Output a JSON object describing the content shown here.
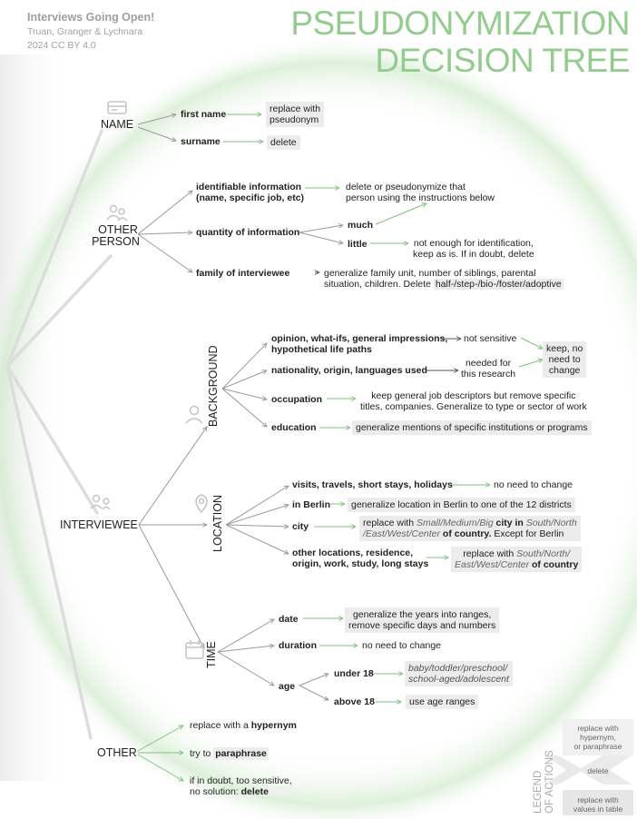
{
  "header": {
    "project": "Interviews Going Open!",
    "authors": "Truan, Granger & Lychnara",
    "license": "2024 CC BY 4.0",
    "title_line1": "PSEUDONYMIZATION",
    "title_line2": "DECISION TREE",
    "accent_color": "#93cc8e"
  },
  "categories": {
    "name": "NAME",
    "other_person_1": "OTHER",
    "other_person_2": "PERSON",
    "interviewee": "INTERVIEWEE",
    "other": "OTHER"
  },
  "subcategories": {
    "background": "BACKGROUND",
    "location": "LOCATION",
    "time": "TIME"
  },
  "name_branch": {
    "first_name": "first name",
    "first_name_action_1": "replace with",
    "first_name_action_2": "pseudonym",
    "surname": "surname",
    "surname_action": "delete"
  },
  "other_person_branch": {
    "identifiable_1": "identifiable information",
    "identifiable_2": "(name, specific job, etc)",
    "identifiable_action_1": "delete or pseudonymize that",
    "identifiable_action_2": "person using the instructions below",
    "quantity": "quantity of information",
    "much": "much",
    "little": "little",
    "little_action_1": "not enough for identification,",
    "little_action_2": "keep as is. If in doubt, delete",
    "family": "family of interviewee",
    "family_action_1": "generalize family unit, number of siblings, parental",
    "family_action_2a": "situation, children. Delete ",
    "family_action_2b": "half-/step-/bio-/foster/adoptive"
  },
  "background_branch": {
    "opinion_1": "opinion, what-ifs, general impressions,",
    "opinion_2": "hypothetical life paths",
    "not_sensitive": "not sensitive",
    "nationality": "nationality, origin, languages used",
    "needed_1": "needed for",
    "needed_2": "this research",
    "keep_1": "keep, no",
    "keep_2": "need to",
    "keep_3": "change",
    "occupation": "occupation",
    "occupation_action_1": "keep general job descriptors but remove specific",
    "occupation_action_2": "titles, companies. Generalize to type or sector of work",
    "education": "education",
    "education_action": "generalize mentions of specific institutions or programs"
  },
  "location_branch": {
    "visits": "visits, travels, short stays, holidays",
    "visits_action": "no need to change",
    "berlin": "in Berlin",
    "berlin_action": "generalize location in Berlin to one of the 12 districts",
    "city": "city",
    "city_action_1a": "replace with ",
    "city_action_1b": "Small/Medium/Big",
    "city_action_1c": " city in ",
    "city_action_1d": "South/North",
    "city_action_2a": "/East/West/Center",
    "city_action_2b": " of country. ",
    "city_action_2c": "Except for Berlin",
    "other_loc_1": "other locations, residence,",
    "other_loc_2": "origin, work, study, long stays",
    "other_loc_action_1a": "replace with ",
    "other_loc_action_1b": "South/North/",
    "other_loc_action_2a": "East/West/Center",
    "other_loc_action_2b": " of country"
  },
  "time_branch": {
    "date": "date",
    "date_action_1": "generalize the years into ranges,",
    "date_action_2": "remove specific days and numbers",
    "duration": "duration",
    "duration_action": "no need to change",
    "age": "age",
    "under_18": "under 18",
    "under_18_action_1": "baby/toddler/preschool/",
    "under_18_action_2": "school-aged/adolescent",
    "above_18": "above 18",
    "above_18_action": "use age ranges"
  },
  "other_branch": {
    "hypernym_a": "replace with a ",
    "hypernym_b": "hypernym",
    "paraphrase_a": "try to ",
    "paraphrase_b": "paraphrase",
    "doubt_1": "if in doubt, too sensitive,",
    "doubt_2a": "no solution: ",
    "doubt_2b": "delete"
  },
  "legend": {
    "title_1": "LEGEND",
    "title_2": "OF ACTIONS",
    "item_hypernym_1": "replace with",
    "item_hypernym_2": "hypernym,",
    "item_hypernym_3": "or paraphrase",
    "item_delete": "delete",
    "item_table_1": "replace with",
    "item_table_2": "values in table"
  }
}
